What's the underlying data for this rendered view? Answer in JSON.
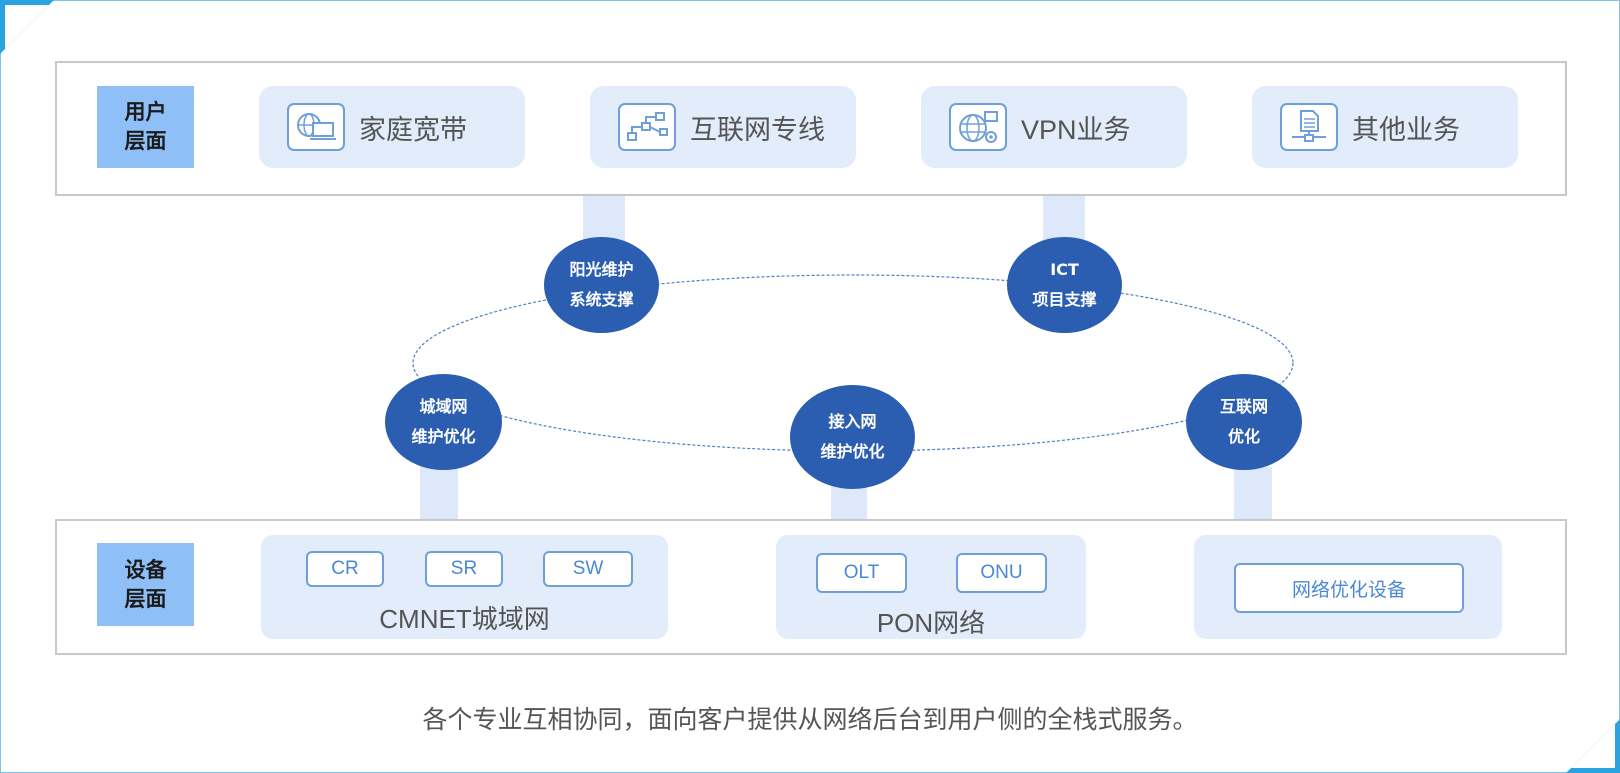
{
  "user_layer": {
    "label": "用户\n层面",
    "services": [
      {
        "label": "家庭宽带",
        "icon": "broadband-globe-icon"
      },
      {
        "label": "互联网专线",
        "icon": "network-topology-icon"
      },
      {
        "label": "VPN业务",
        "icon": "vpn-globe-gear-icon"
      },
      {
        "label": "其他业务",
        "icon": "document-network-icon"
      }
    ]
  },
  "support_nodes": [
    {
      "label": "阳光维护\n系统支撑"
    },
    {
      "label": "ICT\n项目支撑"
    },
    {
      "label": "城域网\n维护优化"
    },
    {
      "label": "接入网\n维护优化"
    },
    {
      "label": "互联网\n优化"
    }
  ],
  "device_layer": {
    "label": "设备\n层面",
    "groups": [
      {
        "title": "CMNET城域网",
        "chips": [
          "CR",
          "SR",
          "SW"
        ]
      },
      {
        "title": "PON网络",
        "chips": [
          "OLT",
          "ONU"
        ]
      },
      {
        "title": "",
        "chips": [
          "网络优化设备"
        ]
      }
    ]
  },
  "caption": "各个专业互相协同，面向客户提供从网络后台到用户侧的全栈式服务。",
  "colors": {
    "node_fill": "#2b5eb0",
    "label_fill": "#8fbff7",
    "card_fill": "#e2ecfb",
    "icon_stroke": "#6f9fd8",
    "accent": "#2aa3e0"
  }
}
